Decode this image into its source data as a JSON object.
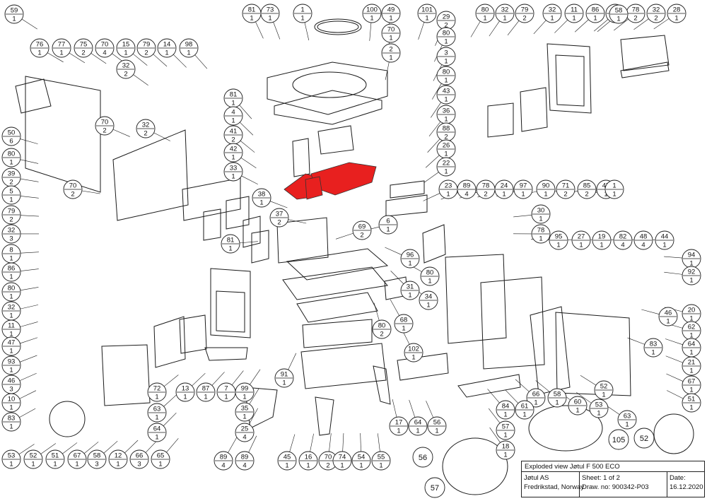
{
  "title_block": {
    "title": "Exploded view Jøtul F 500 ECO",
    "company": "Jøtul AS",
    "location": "Fredrikstad, Norway",
    "sheet": "Sheet: 1 of 2",
    "drawing_no": "Draw. no: 900342-P03",
    "date_label": "Date:",
    "date_value": "16.12.2020"
  },
  "highlight_color": "#e8201f",
  "balloons": [
    {
      "num": "81",
      "qty": "1"
    },
    {
      "num": "73",
      "qty": "1"
    },
    {
      "num": "1",
      "qty": "1"
    },
    {
      "num": "100",
      "qty": "1"
    },
    {
      "num": "49",
      "qty": "1"
    },
    {
      "num": "101",
      "qty": "1"
    },
    {
      "num": "29",
      "qty": "2"
    },
    {
      "num": "70",
      "qty": "1"
    },
    {
      "num": "2",
      "qty": "1"
    },
    {
      "num": "80",
      "qty": "1"
    },
    {
      "num": "3",
      "qty": "1"
    },
    {
      "num": "80",
      "qty": "1"
    },
    {
      "num": "43",
      "qty": "1"
    },
    {
      "num": "36",
      "qty": "1"
    },
    {
      "num": "88",
      "qty": "2"
    },
    {
      "num": "26",
      "qty": "1"
    },
    {
      "num": "22",
      "qty": "1"
    },
    {
      "num": "81",
      "qty": "1"
    },
    {
      "num": "4",
      "qty": "1"
    },
    {
      "num": "41",
      "qty": "2"
    },
    {
      "num": "42",
      "qty": "1"
    },
    {
      "num": "33",
      "qty": "1"
    },
    {
      "num": "38",
      "qty": "1"
    },
    {
      "num": "37",
      "qty": "2"
    },
    {
      "num": "81",
      "qty": "1"
    },
    {
      "num": "76",
      "qty": "1"
    },
    {
      "num": "77",
      "qty": "1"
    },
    {
      "num": "75",
      "qty": "2"
    },
    {
      "num": "70",
      "qty": "4"
    },
    {
      "num": "15",
      "qty": "1"
    },
    {
      "num": "79",
      "qty": "2"
    },
    {
      "num": "14",
      "qty": "1"
    },
    {
      "num": "98",
      "qty": "1"
    },
    {
      "num": "32",
      "qty": "2"
    },
    {
      "num": "70",
      "qty": "2"
    },
    {
      "num": "32",
      "qty": "2"
    },
    {
      "num": "50",
      "qty": "6"
    },
    {
      "num": "80",
      "qty": "1"
    },
    {
      "num": "70",
      "qty": "2"
    },
    {
      "num": "39",
      "qty": "2"
    },
    {
      "num": "5",
      "qty": "1"
    },
    {
      "num": "79",
      "qty": "2"
    },
    {
      "num": "32",
      "qty": "3"
    },
    {
      "num": "8",
      "qty": "1"
    },
    {
      "num": "86",
      "qty": "1"
    },
    {
      "num": "80",
      "qty": "1"
    },
    {
      "num": "32",
      "qty": "1"
    },
    {
      "num": "11",
      "qty": "1"
    },
    {
      "num": "47",
      "qty": "1"
    },
    {
      "num": "93",
      "qty": "1"
    },
    {
      "num": "46",
      "qty": "3"
    },
    {
      "num": "10",
      "qty": "1"
    },
    {
      "num": "83",
      "qty": "1"
    },
    {
      "num": "53",
      "qty": "1"
    },
    {
      "num": "52",
      "qty": "1"
    },
    {
      "num": "51",
      "qty": "1"
    },
    {
      "num": "67",
      "qty": "1"
    },
    {
      "num": "58",
      "qty": "3"
    },
    {
      "num": "12",
      "qty": "1"
    },
    {
      "num": "66",
      "qty": "3"
    },
    {
      "num": "65",
      "qty": "1"
    },
    {
      "num": "72",
      "qty": "1"
    },
    {
      "num": "63",
      "qty": "1"
    },
    {
      "num": "64",
      "qty": "1"
    },
    {
      "num": "13",
      "qty": "1"
    },
    {
      "num": "87",
      "qty": "1"
    },
    {
      "num": "7",
      "qty": "1"
    },
    {
      "num": "99",
      "qty": "1"
    },
    {
      "num": "35",
      "qty": "1"
    },
    {
      "num": "25",
      "qty": "4"
    },
    {
      "num": "89",
      "qty": "4"
    },
    {
      "num": "89",
      "qty": "4"
    },
    {
      "num": "45",
      "qty": "1"
    },
    {
      "num": "16",
      "qty": "1"
    },
    {
      "num": "70",
      "qty": "2"
    },
    {
      "num": "74",
      "qty": "1"
    },
    {
      "num": "54",
      "qty": "1"
    },
    {
      "num": "55",
      "qty": "1"
    },
    {
      "num": "91",
      "qty": "1"
    },
    {
      "num": "80",
      "qty": "2"
    },
    {
      "num": "69",
      "qty": "2"
    },
    {
      "num": "6",
      "qty": "1"
    },
    {
      "num": "96",
      "qty": "1"
    },
    {
      "num": "31",
      "qty": "1"
    },
    {
      "num": "34",
      "qty": "1"
    },
    {
      "num": "68",
      "qty": "1"
    },
    {
      "num": "80",
      "qty": "1"
    },
    {
      "num": "102",
      "qty": "1"
    },
    {
      "num": "17",
      "qty": "1"
    },
    {
      "num": "64",
      "qty": "1"
    },
    {
      "num": "56",
      "qty": "1"
    },
    {
      "num": "23",
      "qty": "1"
    },
    {
      "num": "89",
      "qty": "4"
    },
    {
      "num": "78",
      "qty": "2"
    },
    {
      "num": "24",
      "qty": "1"
    },
    {
      "num": "97",
      "qty": "1"
    },
    {
      "num": "90",
      "qty": "1"
    },
    {
      "num": "71",
      "qty": "2"
    },
    {
      "num": "30",
      "qty": "1"
    },
    {
      "num": "78",
      "qty": "1"
    },
    {
      "num": "80",
      "qty": "1"
    },
    {
      "num": "32",
      "qty": "1"
    },
    {
      "num": "79",
      "qty": "2"
    },
    {
      "num": "32",
      "qty": "1"
    },
    {
      "num": "11",
      "qty": "1"
    },
    {
      "num": "86",
      "qty": "1"
    },
    {
      "num": "9",
      "qty": "1"
    },
    {
      "num": "78",
      "qty": "2"
    },
    {
      "num": "32",
      "qty": "2"
    },
    {
      "num": "28",
      "qty": "1"
    },
    {
      "num": "85",
      "qty": "2"
    },
    {
      "num": "47",
      "qty": "1"
    },
    {
      "num": "1",
      "qty": "1"
    },
    {
      "num": "95",
      "qty": "1"
    },
    {
      "num": "27",
      "qty": "1"
    },
    {
      "num": "19",
      "qty": "1"
    },
    {
      "num": "82",
      "qty": "4"
    },
    {
      "num": "48",
      "qty": "4"
    },
    {
      "num": "44",
      "qty": "1"
    },
    {
      "num": "94",
      "qty": "1"
    },
    {
      "num": "92",
      "qty": "1"
    },
    {
      "num": "46",
      "qty": "1"
    },
    {
      "num": "20",
      "qty": "1"
    },
    {
      "num": "83",
      "qty": "1"
    },
    {
      "num": "62",
      "qty": "1"
    },
    {
      "num": "64",
      "qty": "1"
    },
    {
      "num": "21",
      "qty": "1"
    },
    {
      "num": "67",
      "qty": "1"
    },
    {
      "num": "51",
      "qty": "1"
    },
    {
      "num": "52",
      "qty": "1"
    },
    {
      "num": "53",
      "qty": "1"
    },
    {
      "num": "63",
      "qty": "1"
    },
    {
      "num": "66",
      "qty": "1"
    },
    {
      "num": "58",
      "qty": "1"
    },
    {
      "num": "60",
      "qty": "1"
    },
    {
      "num": "84",
      "qty": "1"
    },
    {
      "num": "61",
      "qty": "1"
    },
    {
      "num": "57",
      "qty": "1"
    },
    {
      "num": "18",
      "qty": "1"
    },
    {
      "num": "58",
      "qty": "1"
    },
    {
      "num": "59",
      "qty": "1"
    }
  ],
  "single_labels": [
    "105",
    "52",
    "56",
    "57"
  ]
}
